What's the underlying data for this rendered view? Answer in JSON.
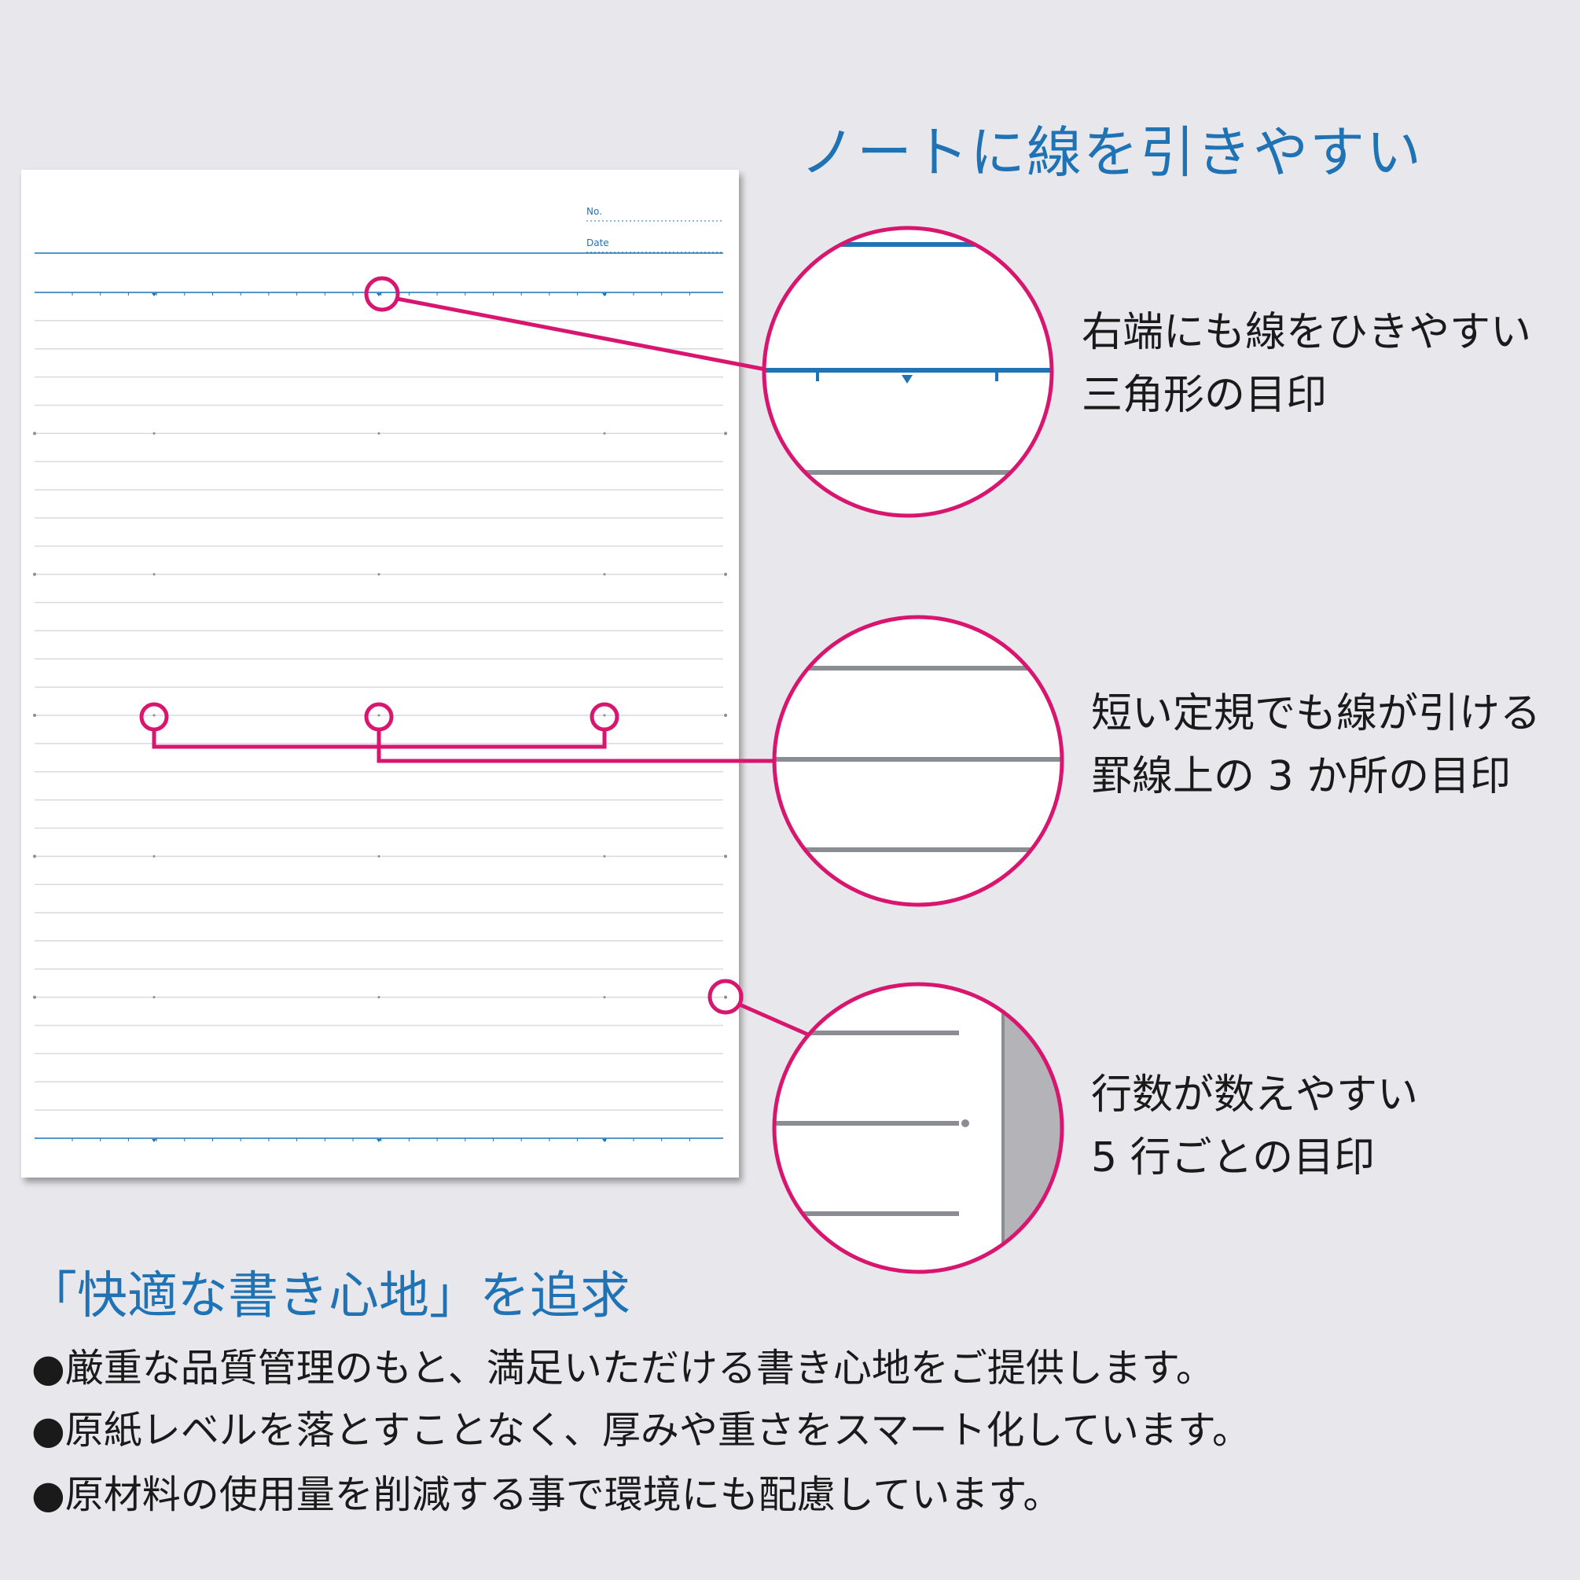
{
  "heading": "ノートに線を引きやすい",
  "notebook": {
    "no_label": "No.",
    "date_label": "Date"
  },
  "callouts": [
    {
      "line1": "右端にも線をひきやすい",
      "line2": "三角形の目印"
    },
    {
      "line1": "短い定規でも線が引ける",
      "line2": "罫線上の 3 か所の目印"
    },
    {
      "line1": "行数が数えやすい",
      "line2": "5 行ごとの目印"
    }
  ],
  "subheading": "「快適な書き心地」を追求",
  "bullets": [
    "●厳重な品質管理のもと、満足いただける書き心地をご提供します。",
    "●原紙レベルを落とすことなく、厚みや重さをスマート化しています。",
    "●原材料の使用量を削減する事で環境にも配慮しています。"
  ],
  "colors": {
    "background": "#e8e8ec",
    "accent_blue": "#1f73b4",
    "callout_magenta": "#d9166f",
    "rule_gray": "#d8dade",
    "zoom_rule_gray": "#8a8d92",
    "text_dark": "#1a1a1a"
  }
}
